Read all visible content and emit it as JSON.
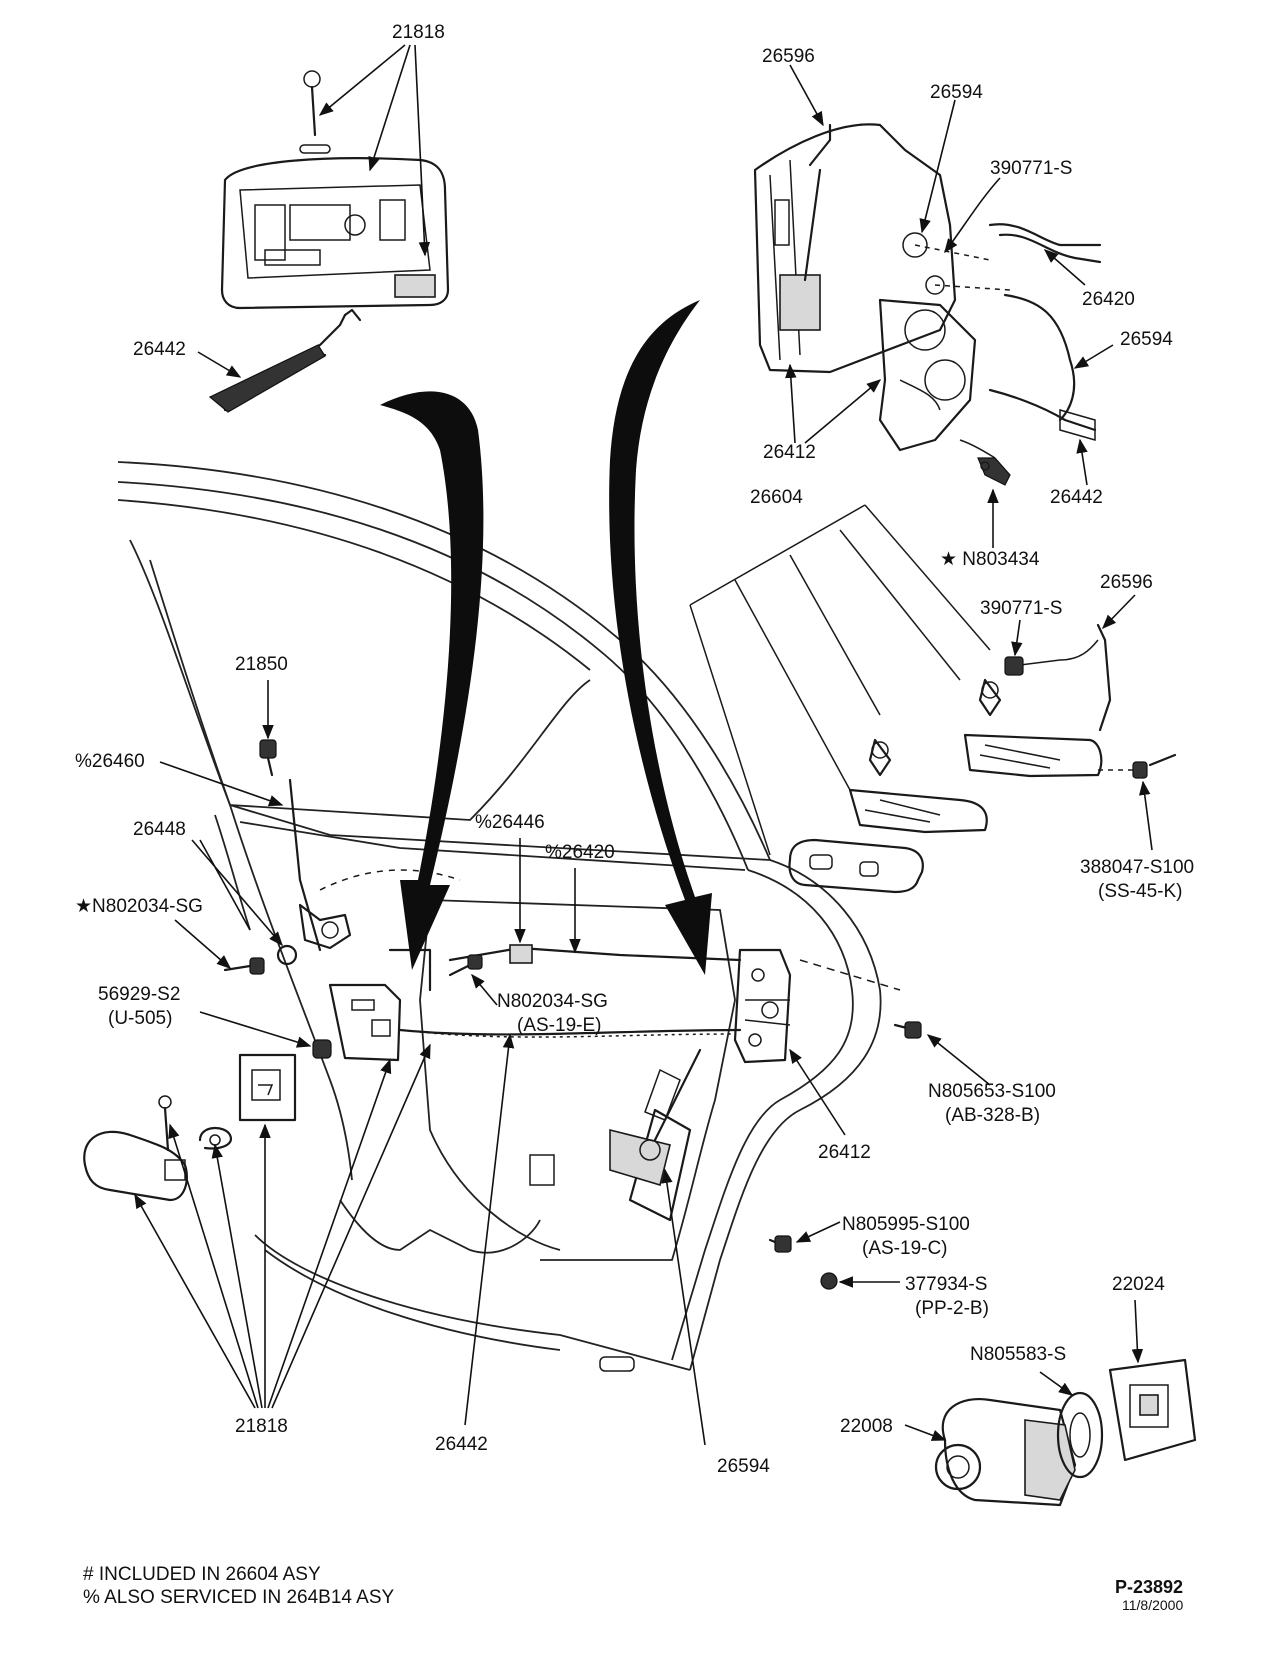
{
  "callouts": {
    "c21818_top": "21818",
    "c26442_topleft": "26442",
    "c26596_top": "26596",
    "c26594_top": "26594",
    "c390771_top": "390771-S",
    "c26420_right": "26420",
    "c26594_right": "26594",
    "c26412_top": "26412",
    "c26442_right": "26442",
    "c26604": "26604",
    "cN803434": "★ N803434",
    "c26596_mid": "26596",
    "c390771_mid": "390771-S",
    "c388047": "388047-S100",
    "c388047_sub": "(SS-45-K)",
    "c21850": "21850",
    "c26460": "%26460",
    "c26448": "26448",
    "c26446": "%26446",
    "c26420_mid": "%26420",
    "cN802034_left": "★N802034-SG",
    "c56929": "56929-S2",
    "c56929_sub": "(U-505)",
    "cN802034_mid": "N802034-SG",
    "cN802034_mid_sub": "(AS-19-E)",
    "cN805653": "N805653-S100",
    "cN805653_sub": "(AB-328-B)",
    "c26412_mid": "26412",
    "cN805995": "N805995-S100",
    "cN805995_sub": "(AS-19-C)",
    "c377934": "377934-S",
    "c377934_sub": "(PP-2-B)",
    "c22024": "22024",
    "cN805583": "N805583-S",
    "c22008": "22008",
    "c21818_bottom": "21818",
    "c26442_bottom": "26442",
    "c26594_bottom": "26594"
  },
  "notes": {
    "line1": "# INCLUDED IN 26604 ASY",
    "line2": "% ALSO SERVICED IN 264B14 ASY"
  },
  "reference": {
    "code": "P-23892",
    "date": "11/8/2000"
  }
}
